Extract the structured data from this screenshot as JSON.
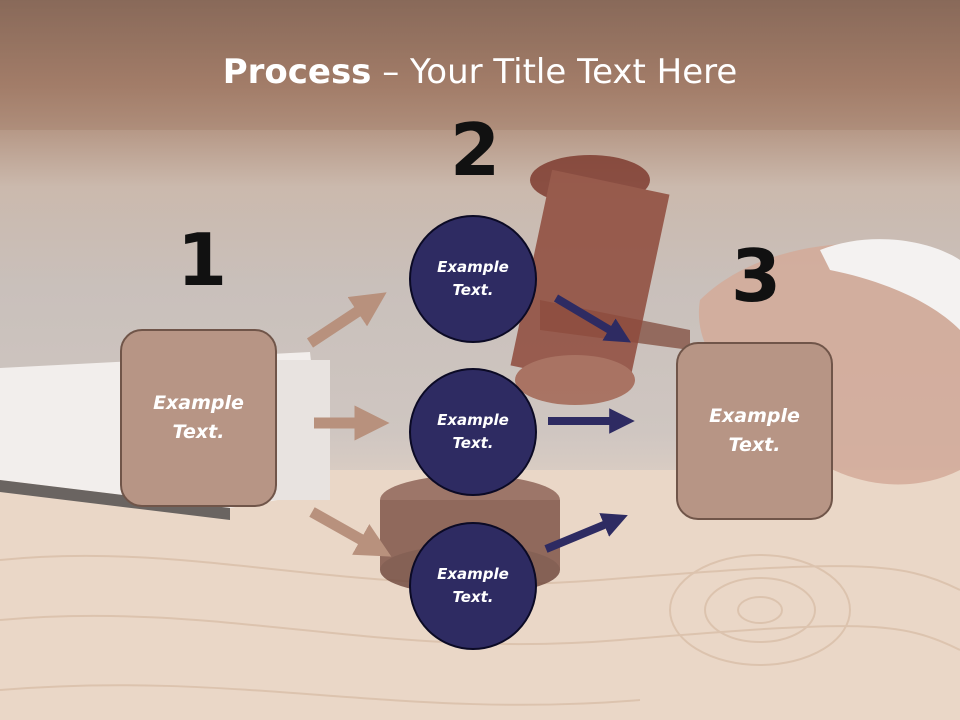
{
  "slide": {
    "title_bold": "Process",
    "title_rest": " – Your Title Text Here"
  },
  "steps": {
    "one": {
      "number": "1",
      "text": "Example Text."
    },
    "two": {
      "number": "2"
    },
    "three": {
      "number": "3",
      "text": "Example Text."
    }
  },
  "circles": [
    {
      "text": "Example Text."
    },
    {
      "text": "Example Text."
    },
    {
      "text": "Example Text."
    }
  ],
  "colors": {
    "box_fill": "#b79585",
    "circle_fill": "#2e2b62",
    "arrow_left": "#b8917d",
    "arrow_right": "#2e2b62"
  }
}
